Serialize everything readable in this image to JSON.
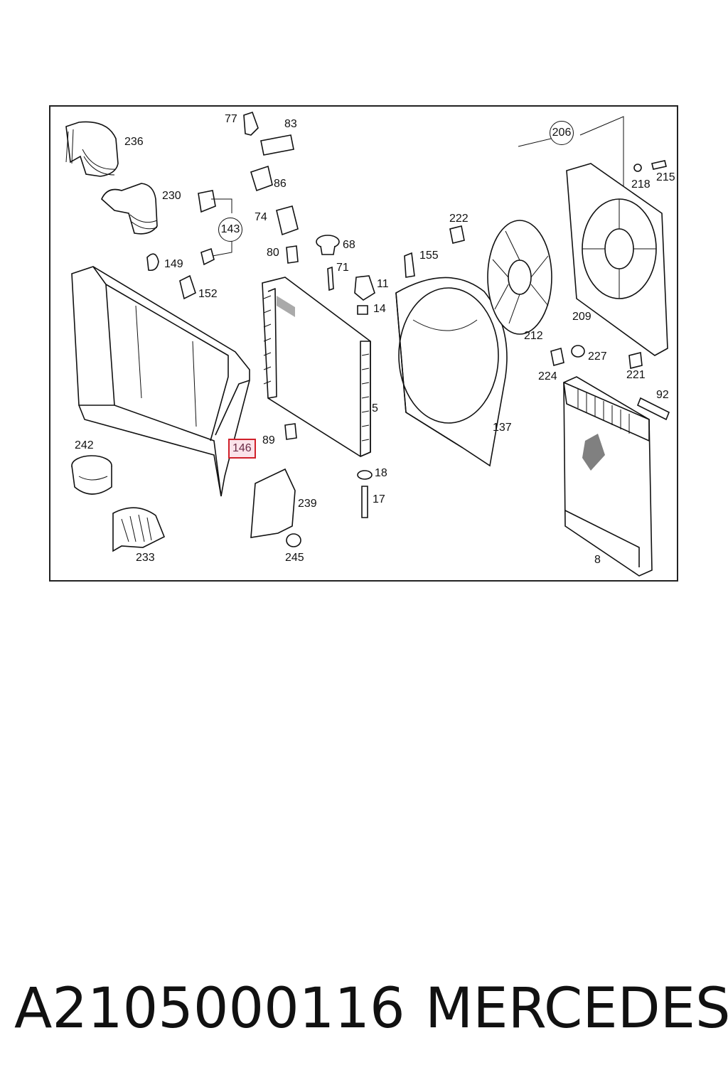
{
  "diagram": {
    "callouts": {
      "c77": "77",
      "c83": "83",
      "c86": "86",
      "c74": "74",
      "c80": "80",
      "c236": "236",
      "c230": "230",
      "c143": "143",
      "c149": "149",
      "c152": "152",
      "c68": "68",
      "c71": "71",
      "c11": "11",
      "c14": "14",
      "c5": "5",
      "c89": "89",
      "c146": "146",
      "c18": "18",
      "c17": "17",
      "c239": "239",
      "c245": "245",
      "c242": "242",
      "c233": "233",
      "c222": "222",
      "c155": "155",
      "c137": "137",
      "c206": "206",
      "c218": "218",
      "c215": "215",
      "c212": "212",
      "c209": "209",
      "c224": "224",
      "c227": "227",
      "c221": "221",
      "c92": "92",
      "c8": "8"
    },
    "highlighted_callout": "146"
  },
  "caption": {
    "part_number": "A2105000116",
    "brand": "MERCEDES"
  }
}
